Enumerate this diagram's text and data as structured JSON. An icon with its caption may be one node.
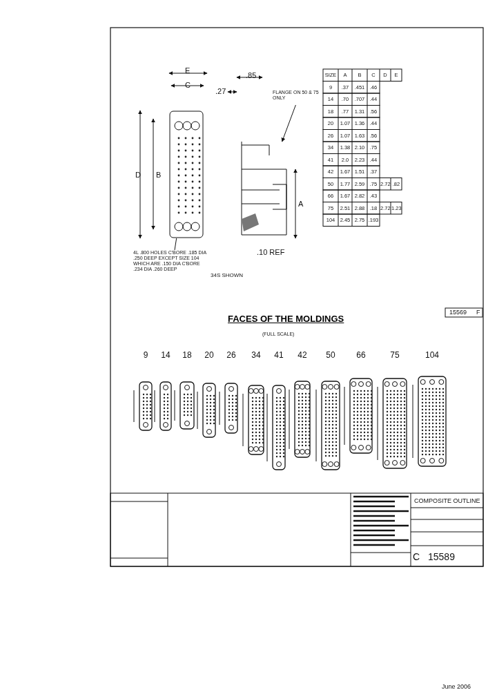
{
  "diagram": {
    "title": "FACES OF THE MOLDINGS",
    "nodes": [
      {
        "text": [],
        "shape": "picture"
      },
      {
        "text": [],
        "shape": "picture"
      },
      {
        "text": [
          "FLANGE ON 50 & 75 ONLY"
        ]
      },
      {
        "text": [
          "4L .800 HOLES C'BORE .185 DIA .250 DEEP EXCEPT SIZE 104 WHICH ARE .150 DIA C'BORE .234 DIA .260 DEEP"
        ]
      }
    ],
    "edges": [
      {
        "from": 2,
        "to": 1,
        "arrow": "to"
      },
      {
        "from": 3,
        "to": 0,
        "arrow": "none"
      }
    ],
    "labels": [
      "E",
      "C",
      ".85",
      ".27",
      "D",
      "B",
      "A",
      ".10 REF",
      "34S SHOWN",
      "SIZE",
      "A",
      "B",
      "C",
      "D",
      "E",
      "9",
      ".37",
      ".451",
      ".46",
      "14",
      ".70",
      ".707",
      ".44",
      "18",
      ".77",
      "1.31",
      ".56",
      "20",
      "1.07",
      "1.36",
      ".44",
      "26",
      "1.07",
      "1.63",
      ".56",
      "34",
      "1.38",
      "2.10",
      ".75",
      "41",
      "2.0",
      "2.23",
      ".44",
      "42",
      "1.67",
      "1.51",
      ".37",
      "50",
      "1.77",
      "2.59",
      ".75",
      "2.72",
      ".82",
      "66",
      "1.67",
      "2.82",
      ".43",
      "75",
      "2.51",
      "2.88",
      ".18",
      "2.72",
      "1.23",
      "104",
      "2.45",
      "2.75",
      ".193",
      "15569",
      "F",
      "(FULL SCALE)",
      "9",
      "14",
      "18",
      "20",
      "26",
      "34",
      "41",
      "42",
      "50",
      "66",
      "75",
      "104",
      "COMPOSITE OUTLINE",
      "C",
      "15589",
      "June 2006"
    ]
  }
}
